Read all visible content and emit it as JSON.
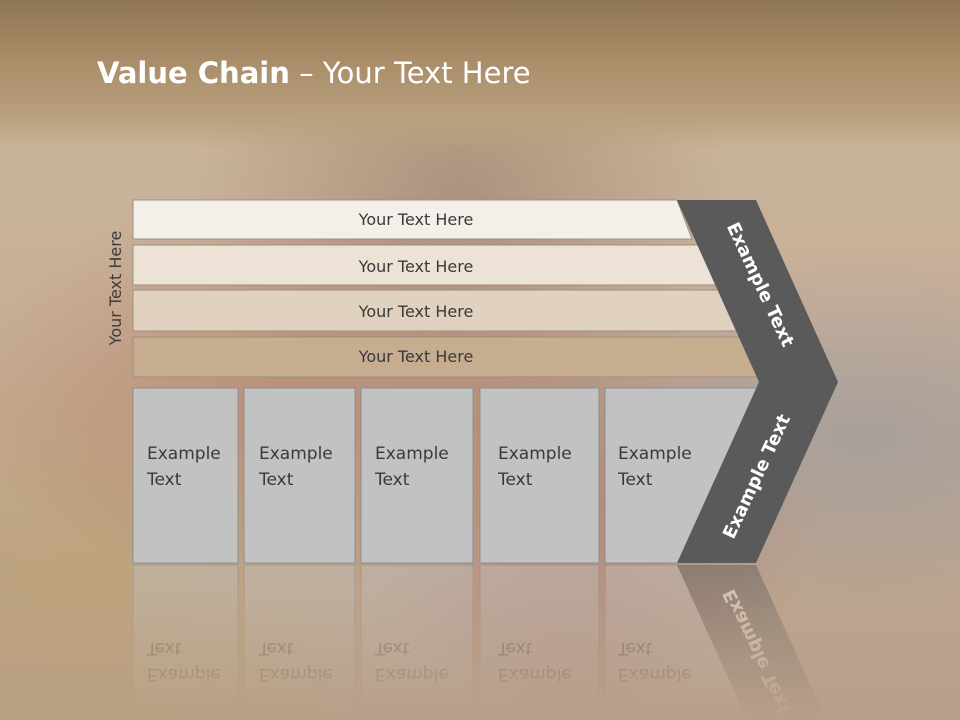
{
  "slide": {
    "title_bold": "Value Chain",
    "title_rest": " – Your Text Here",
    "side_label": "Your Text Here",
    "bands": [
      {
        "label": "Your Text Here",
        "color": "#f4efe9"
      },
      {
        "label": "Your Text Here",
        "color": "#ece2d6"
      },
      {
        "label": "Your Text Here",
        "color": "#e1d1bf"
      },
      {
        "label": "Your Text Here",
        "color": "#c7ad8f"
      }
    ],
    "boxes": [
      {
        "line1": "Example",
        "line2": "Text"
      },
      {
        "line1": "Example",
        "line2": "Text"
      },
      {
        "line1": "Example",
        "line2": "Text"
      },
      {
        "line1": "Example",
        "line2": "Text"
      },
      {
        "line1": "Example",
        "line2": "Text"
      }
    ],
    "arrow_top_label": "Example Text",
    "arrow_bottom_label": "Example Text",
    "arrow_color": "#5a5a5a",
    "box_color": "#c2c2c2"
  }
}
